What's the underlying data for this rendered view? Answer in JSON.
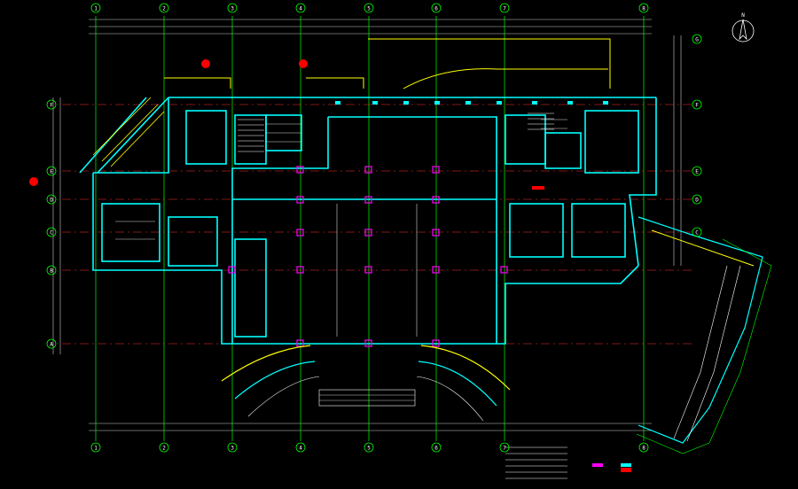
{
  "drawing": {
    "colors": {
      "background": "#000000",
      "grid_line": "#00ff00",
      "axis_line": "#ff3333",
      "wall": "#00ffff",
      "column": "#ff00ff",
      "dimension": "#ffffff",
      "accent": "#ffff00",
      "tag": "#ff0000"
    },
    "top_axis_labels": [
      "1",
      "2",
      "3",
      "4",
      "5",
      "6",
      "7",
      "8"
    ],
    "bottom_axis_labels": [
      "1",
      "2",
      "3",
      "4",
      "5",
      "6",
      "7",
      "8"
    ],
    "left_axis_labels": [
      "F",
      "E",
      "D",
      "C",
      "B",
      "A"
    ],
    "right_axis_labels": [
      "G",
      "F",
      "E",
      "D",
      "C"
    ],
    "north_arrow_label": "N",
    "legend_items": [
      "",
      "",
      ""
    ]
  }
}
